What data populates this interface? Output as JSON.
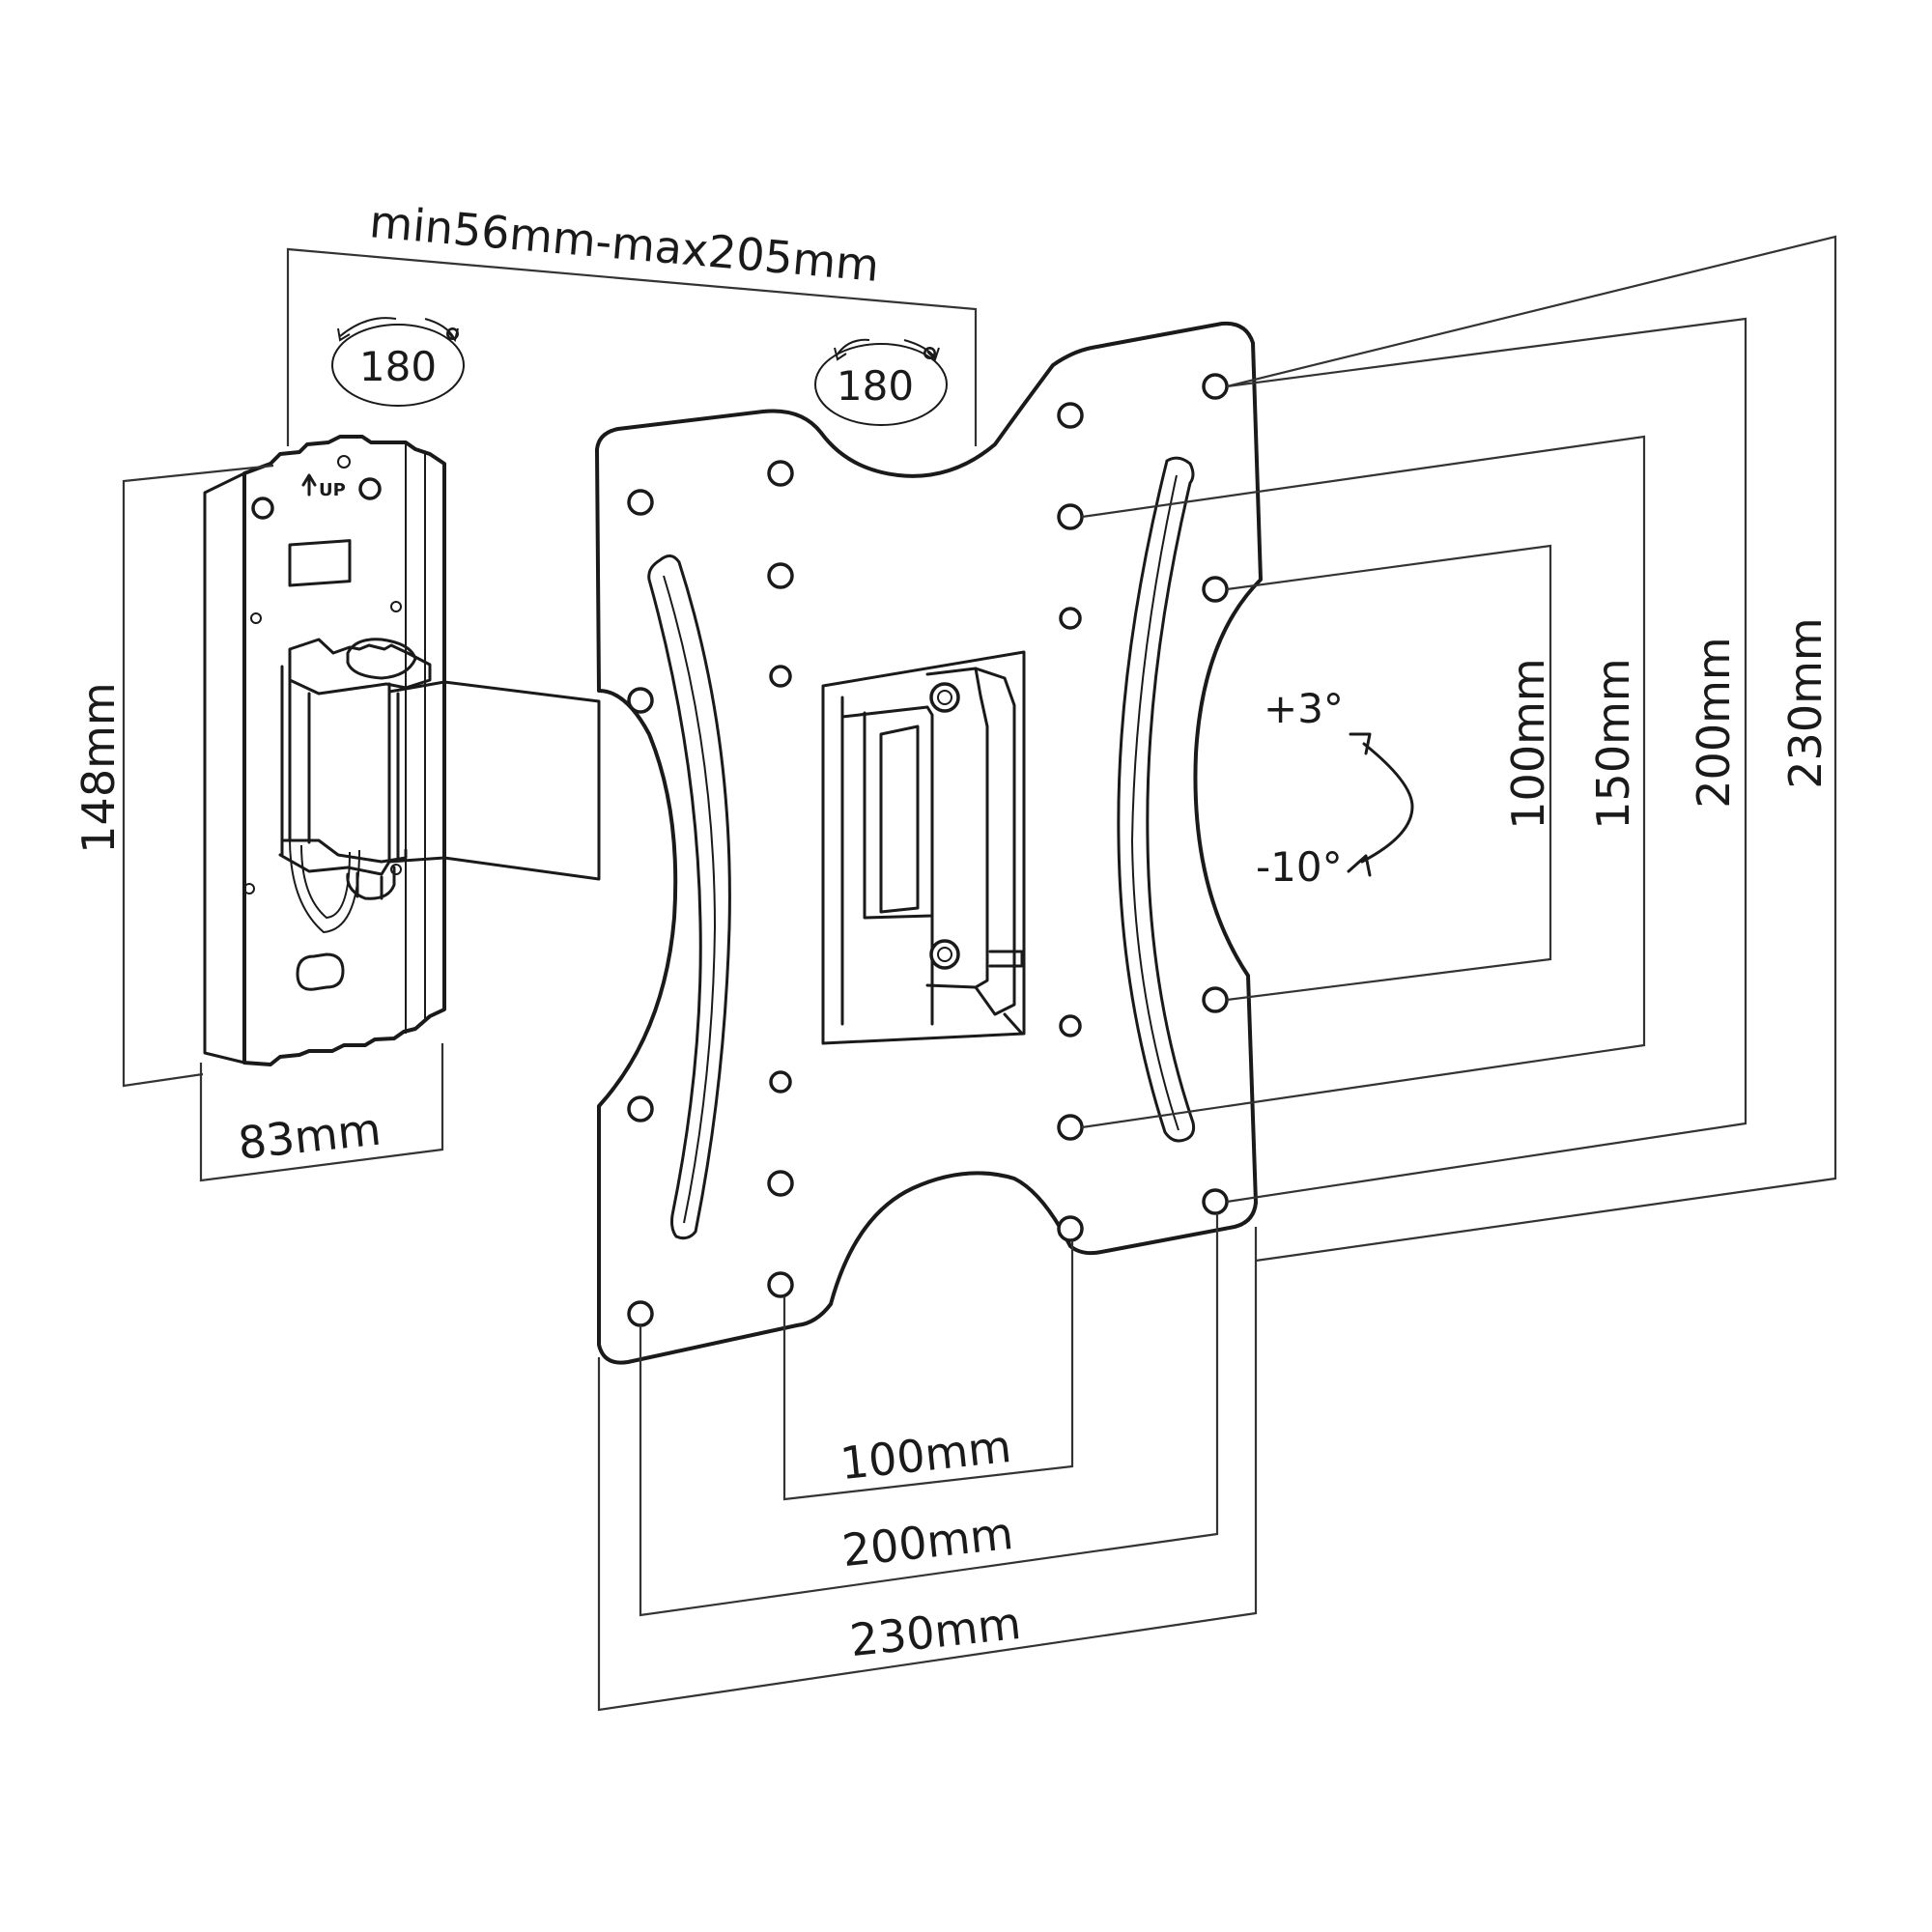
{
  "dimensions": {
    "arm_extension": "min56mm-max205mm",
    "wall_plate_height": "148mm",
    "wall_plate_width": "83mm",
    "vesa_horizontal_small": "100mm",
    "vesa_horizontal_medium": "200mm",
    "vesa_horizontal_large": "230mm",
    "vesa_vertical_small": "100mm",
    "vesa_vertical_medium": "150mm",
    "vesa_vertical_large": "200mm",
    "vesa_vertical_max": "230mm"
  },
  "swivel": {
    "wall_joint": "180",
    "plate_joint": "180",
    "degree_symbol": "°"
  },
  "tilt": {
    "up": "+3°",
    "down": "-10°"
  },
  "wall_plate_marking": "UP"
}
